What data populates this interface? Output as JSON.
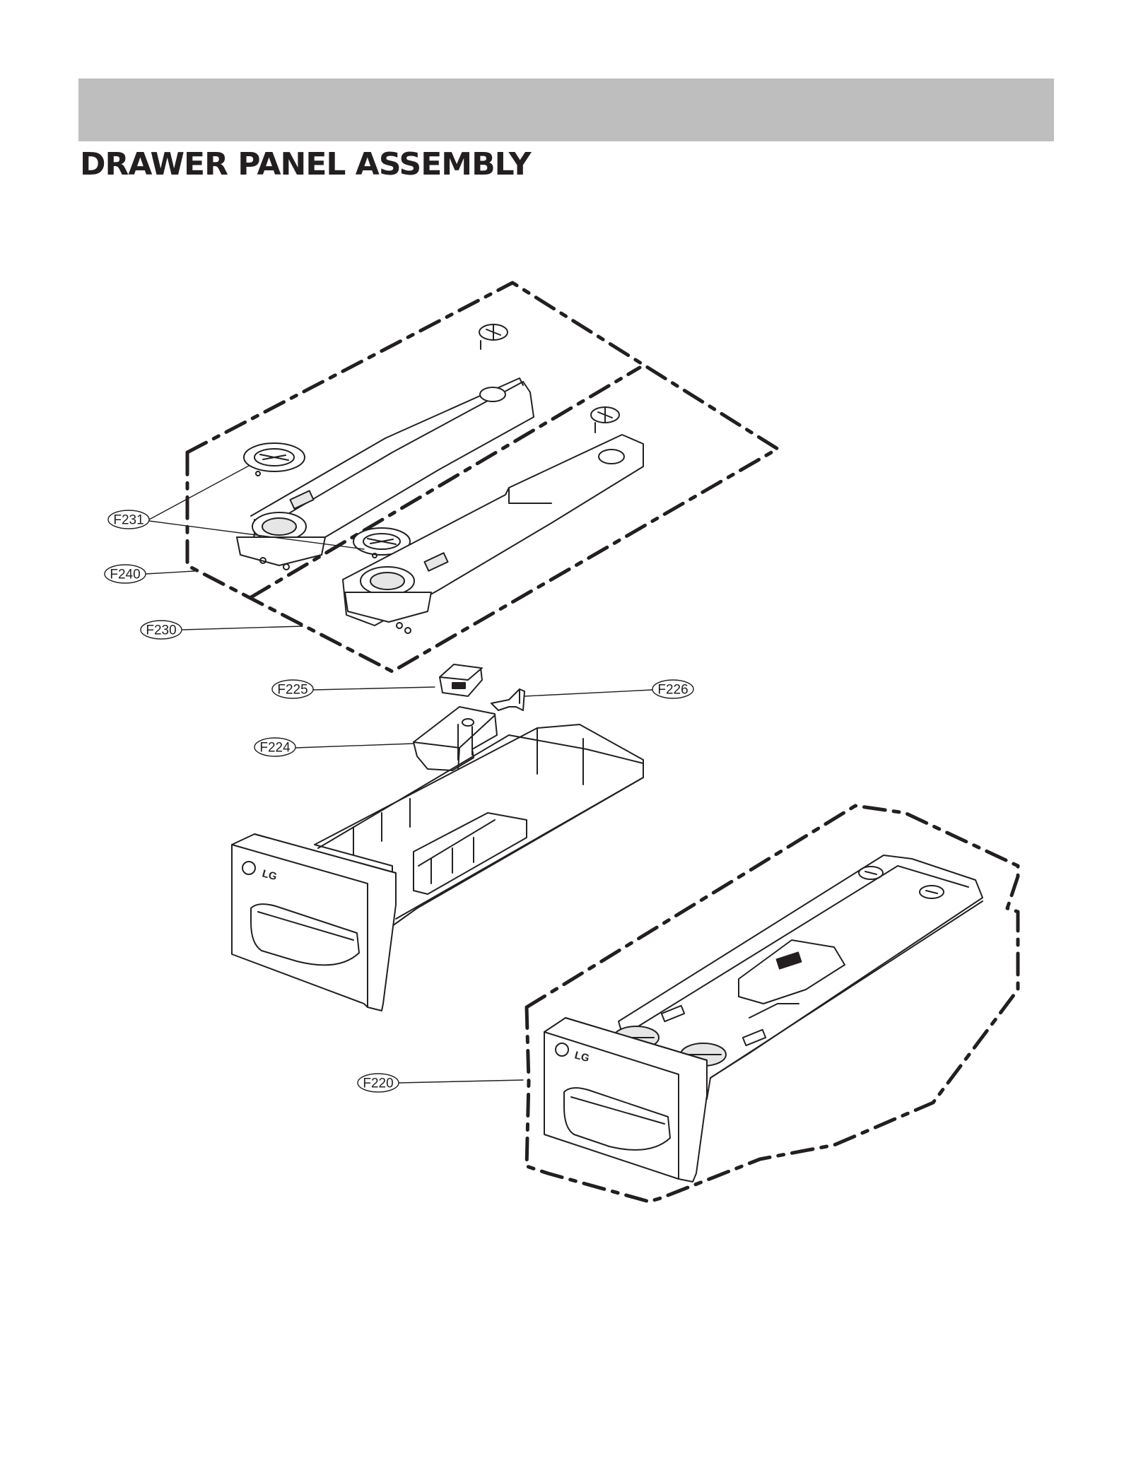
{
  "page": {
    "title": "DRAWER PANEL ASSEMBLY",
    "header_bar_color": "#bebebe"
  },
  "brand": {
    "logo_text": "LG"
  },
  "callouts": [
    {
      "id": "F231",
      "label": "F231"
    },
    {
      "id": "F240",
      "label": "F240"
    },
    {
      "id": "F230",
      "label": "F230"
    },
    {
      "id": "F225",
      "label": "F225"
    },
    {
      "id": "F226",
      "label": "F226"
    },
    {
      "id": "F224",
      "label": "F224"
    },
    {
      "id": "F220",
      "label": "F220"
    }
  ],
  "colors": {
    "line": "#231f20",
    "part_fill": "#ffffff",
    "part_shade": "#e6e6e6"
  }
}
